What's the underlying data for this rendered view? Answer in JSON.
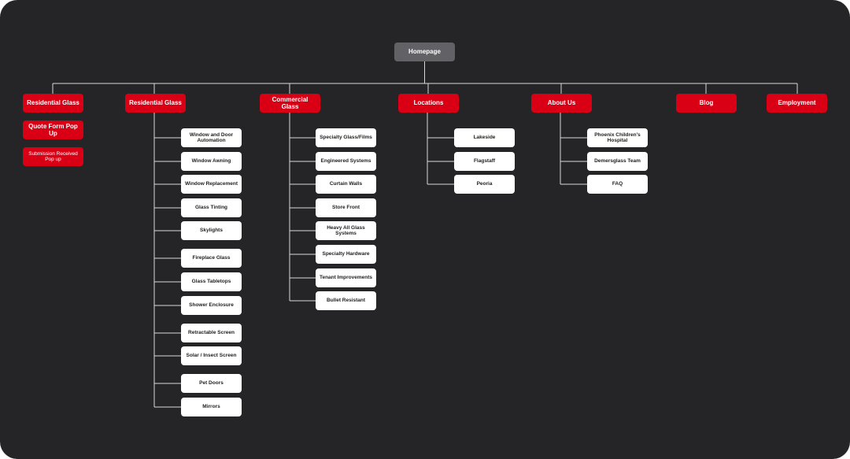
{
  "diagram": {
    "colors": {
      "background": "#252527",
      "accent": "#d90016",
      "root": "#626266",
      "node": "#ffffff",
      "line": "#d9d9d9"
    },
    "root": {
      "label": "Homepage"
    },
    "top_nodes": [
      {
        "label": "Residential Glass"
      },
      {
        "label": "Residential Glass"
      },
      {
        "label": "Commercial Glass"
      },
      {
        "label": "Locations"
      },
      {
        "label": "About Us"
      },
      {
        "label": "Blog"
      },
      {
        "label": "Employment"
      }
    ],
    "extra_nodes": [
      {
        "label": "Quote Form Pop Up"
      },
      {
        "label": "Submission Received Pop up"
      }
    ],
    "residential_children": [
      {
        "label": "Window and Door Automation"
      },
      {
        "label": "Window Awning"
      },
      {
        "label": "Window Replacement"
      },
      {
        "label": "Glass Tinting"
      },
      {
        "label": "Skylights"
      },
      {
        "label": "Fireplace Glass"
      },
      {
        "label": "Glass Tabletops"
      },
      {
        "label": "Shower Enclosure"
      },
      {
        "label": "Retractable Screen"
      },
      {
        "label": "Solar / Insect Screen"
      },
      {
        "label": "Pet Doors"
      },
      {
        "label": "Mirrors"
      }
    ],
    "commercial_children": [
      {
        "label": "Specialty Glass/Films"
      },
      {
        "label": "Engineered Systems"
      },
      {
        "label": "Curtain Walls"
      },
      {
        "label": "Store Front"
      },
      {
        "label": "Heavy All Glass Systems"
      },
      {
        "label": "Specialty Hardware"
      },
      {
        "label": "Tenant Improvements"
      },
      {
        "label": "Bullet Resistant"
      }
    ],
    "locations_children": [
      {
        "label": "Lakeside"
      },
      {
        "label": "Flagstaff"
      },
      {
        "label": "Peoria"
      }
    ],
    "about_children": [
      {
        "label": "Phoenix Children's Hospital"
      },
      {
        "label": "Demersglass Team"
      },
      {
        "label": "FAQ"
      }
    ]
  }
}
